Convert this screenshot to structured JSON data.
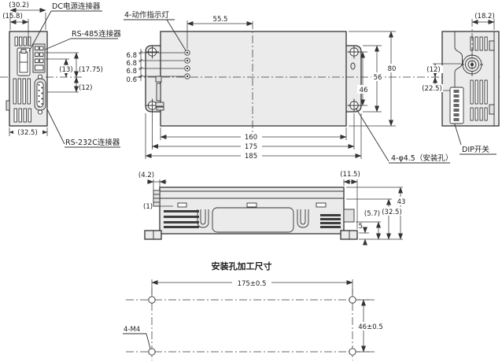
{
  "drawing": {
    "labels": {
      "dc_power_connector": "DC电源连接器",
      "rs485_connector": "RS-485连接器",
      "rs232c_connector": "RS-232C连接器",
      "operation_indicators": "4-动作指示灯",
      "dip_switch": "DIP开关",
      "mounting_holes": "4-φ4.5（安装孔）",
      "tap_holes": "4-M4",
      "mounting_section_title": "安装孔加工尺寸"
    },
    "dims": {
      "left": {
        "w_outer": "(30.2)",
        "w_dc": "(15.8)",
        "rs485_center": "(13)",
        "rs485_top": "(17.75)",
        "rs232c": "(12)",
        "w_bottom": "(32.5)"
      },
      "front": {
        "led_to_center": "55.5",
        "led_pitch": [
          "6.8",
          "6.8",
          "6.8"
        ],
        "led_offset": "0.6",
        "holes_v": "46",
        "tab_h": "56",
        "body_h": "80",
        "body_w": "160",
        "holes_h": "175",
        "total_w": "185"
      },
      "right": {
        "top": "(18.2)",
        "adjuster": "(12)",
        "dip": "(22.5)"
      },
      "bottom": {
        "protrusion": "(4.2)",
        "edge": "(1)",
        "overhang": "(11.5)",
        "inset": "(5.7)",
        "foot": "5",
        "depth_body": "(32.5)",
        "depth_total": "43"
      },
      "mounting": {
        "pitch_h": "175±0.5",
        "pitch_v": "46±0.5"
      }
    },
    "colors": {
      "line": "#333333",
      "body_fill": "#ebebeb",
      "background": "#ffffff"
    }
  }
}
